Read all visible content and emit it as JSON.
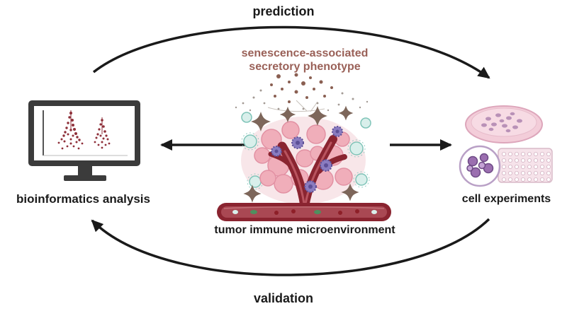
{
  "diagram": {
    "top_label": "prediction",
    "bottom_label": "validation",
    "sasp_line1": "senescence-associated",
    "sasp_line2": "secretory phenotype",
    "center_bottom_label": "tumor immune microenvironment",
    "left_label": "bioinformatics analysis",
    "right_label": "cell experiments"
  },
  "colors": {
    "sasp_text": "#9a6158",
    "arrow": "#1a1a1a",
    "vessel": "#8a2430",
    "vessel_inner": "#a94853",
    "pink_cell": "#f0aeba",
    "pink_cell_stroke": "#e291a3",
    "purple_cell": "#8a7cc0",
    "purple_cell_stroke": "#5d4f96",
    "teal_cell": "#d9efeb",
    "teal_cell_stroke": "#7fc4b8",
    "brown_cell": "#7d665a",
    "dot": "#8a5f52",
    "monitor_frame": "#3b3b3b",
    "plot_dot": "#8e2f39",
    "petri_fill": "#f3cdd9",
    "petri_inner": "#f7dbe4",
    "well_plate": "#f6e3ea",
    "colony": "#b389b3",
    "dish_cell": "#9b6fb0"
  }
}
